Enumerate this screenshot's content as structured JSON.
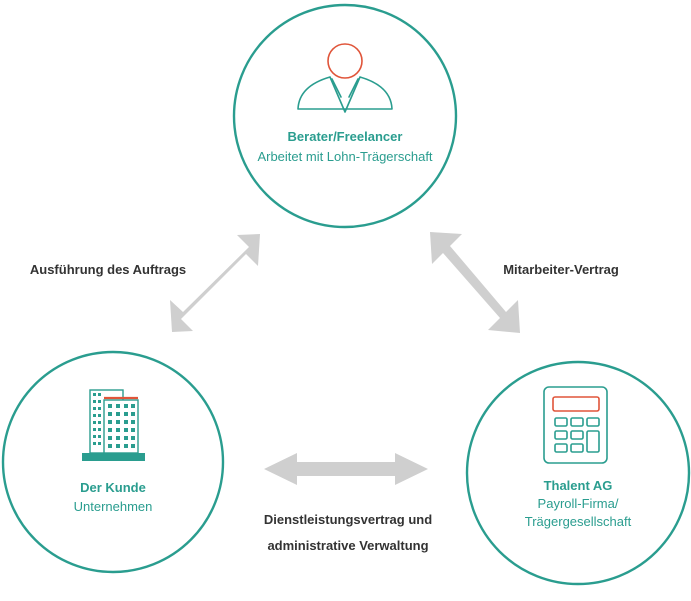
{
  "nodes": {
    "consultant": {
      "title": "Berater/Freelancer",
      "subtitle": "Arbeitet mit Lohn-Trägerschaft"
    },
    "client": {
      "title": "Der Kunde",
      "subtitle": "Unternehmen"
    },
    "company": {
      "title": "Thalent AG",
      "subtitle_line1": "Payroll-Firma/",
      "subtitle_line2": "Trägergesellschaft"
    }
  },
  "relations": {
    "left": "Ausführung des Auftrags",
    "right": "Mitarbeiter-Vertrag",
    "bottom_line1": "Dienstleistungsvertrag und",
    "bottom_line2": "administrative Verwaltung"
  },
  "colors": {
    "accent": "#2a9d8f",
    "highlight": "#e0553a",
    "arrow": "#cfcfcf",
    "text": "#333333"
  },
  "icons": {
    "consultant": "person-icon",
    "client": "building-icon",
    "company": "calculator-icon"
  }
}
